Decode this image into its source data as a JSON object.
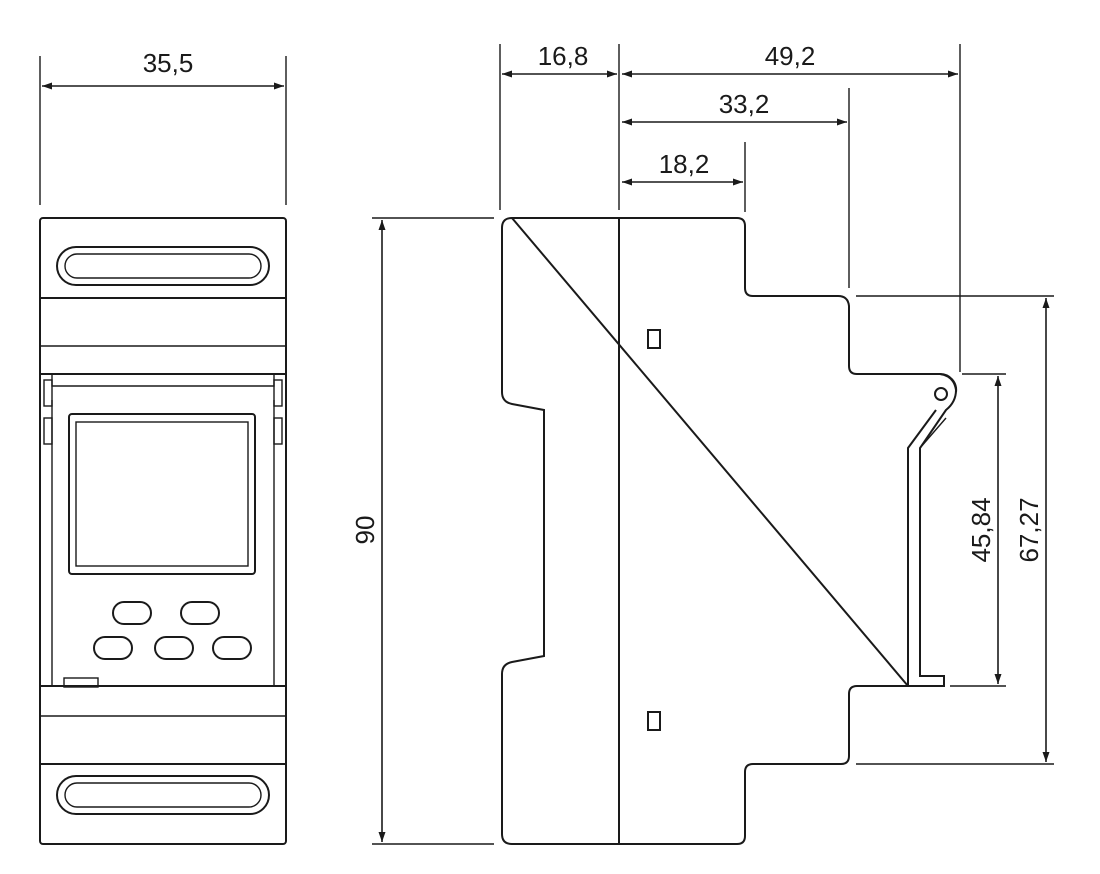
{
  "dimensions": {
    "front_width": "35,5",
    "side_depth_front": "16,8",
    "overall_depth": "49,2",
    "depth_to_step": "33,2",
    "depth_to_shoulder": "18,2",
    "height": "90",
    "rail_clip_height": "45,84",
    "body_mid_height": "67,27"
  },
  "colors": {
    "stroke": "#1a1a1a",
    "background": "#ffffff"
  }
}
